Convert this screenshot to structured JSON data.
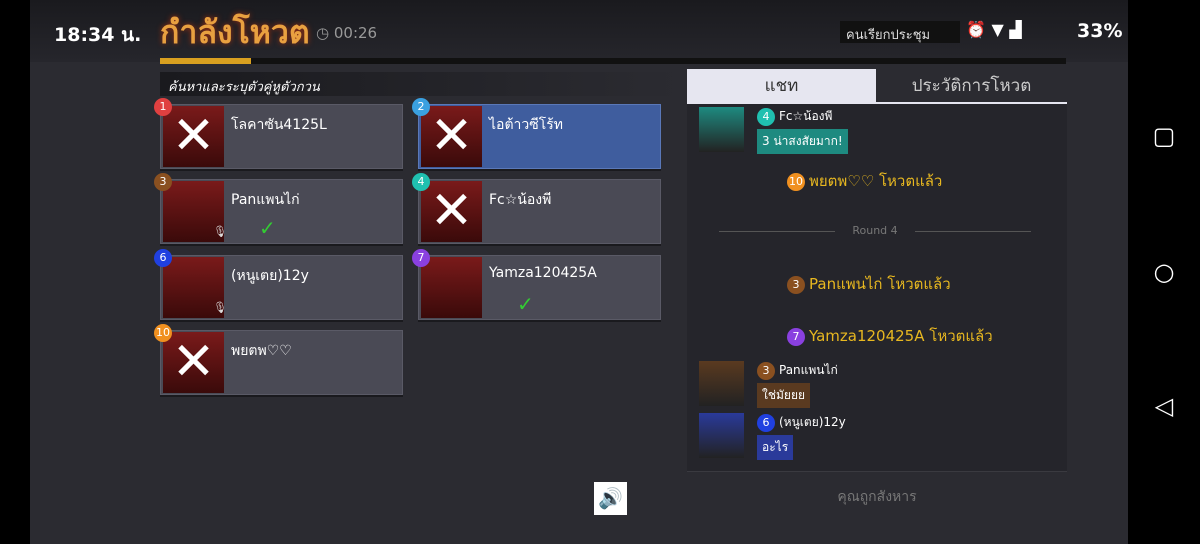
{
  "status_bar": {
    "time": "18:34 น.",
    "battery": "33%",
    "caller_text": "คนเรียกประชุม"
  },
  "header": {
    "title": "กำลังโหวต",
    "timer": "00:26",
    "progress": 0.1
  },
  "search_bar": {
    "label": "ค้นหาและระบุตัวคู่หูตัวกวน"
  },
  "players": [
    {
      "num": "1",
      "name": "โลคาซัน4125L",
      "color": "#e04040",
      "eliminated": true,
      "voted": false,
      "mic": false,
      "selected": false
    },
    {
      "num": "2",
      "name": "ไอต้าวซีโร้ท",
      "color": "#3aa0e0",
      "eliminated": true,
      "voted": false,
      "mic": false,
      "selected": true
    },
    {
      "num": "3",
      "name": "Panแพนไก่",
      "color": "#8a5020",
      "eliminated": false,
      "voted": true,
      "mic": true,
      "selected": false
    },
    {
      "num": "4",
      "name": "Fc☆น้องพี",
      "color": "#20c0b0",
      "eliminated": true,
      "voted": false,
      "mic": false,
      "selected": false
    },
    {
      "num": "6",
      "name": "(หนูเตย)12y",
      "color": "#2040e0",
      "eliminated": false,
      "voted": false,
      "mic": true,
      "selected": false
    },
    {
      "num": "7",
      "name": "Yamza120425A",
      "color": "#8a40e0",
      "eliminated": false,
      "voted": true,
      "mic": false,
      "selected": false
    },
    {
      "num": "10",
      "name": "พยตพ♡♡",
      "color": "#f09020",
      "eliminated": true,
      "voted": false,
      "mic": false,
      "selected": false
    }
  ],
  "chat": {
    "tabs": [
      "แชท",
      "ประวัติการโหวต"
    ],
    "messages": [
      {
        "num": "4",
        "name": "Fc☆น้องพี",
        "text": "3 น่าสงสัยมาก!",
        "color": "#20c0b0",
        "bubble": "#1e8a80"
      },
      {
        "num": "3",
        "name": "Panแพนไก่",
        "text": "ใช่มัยยย",
        "color": "#8a5020",
        "bubble": "#5a3a20"
      },
      {
        "num": "6",
        "name": "(หนูเตย)12y",
        "text": "อะไร",
        "color": "#2040e0",
        "bubble": "#2a3a9a"
      }
    ],
    "system": [
      {
        "num": "10",
        "text": "พยตพ♡♡ โหวตแล้ว",
        "color": "#f09020"
      },
      {
        "num": "3",
        "text": "Panแพนไก่ โหวตแล้ว",
        "color": "#8a5020"
      },
      {
        "num": "7",
        "text": "Yamza120425A โหวตแล้ว",
        "color": "#8a40e0"
      }
    ],
    "round_label": "Round 4",
    "footer": "คุณถูกสังหาร"
  }
}
